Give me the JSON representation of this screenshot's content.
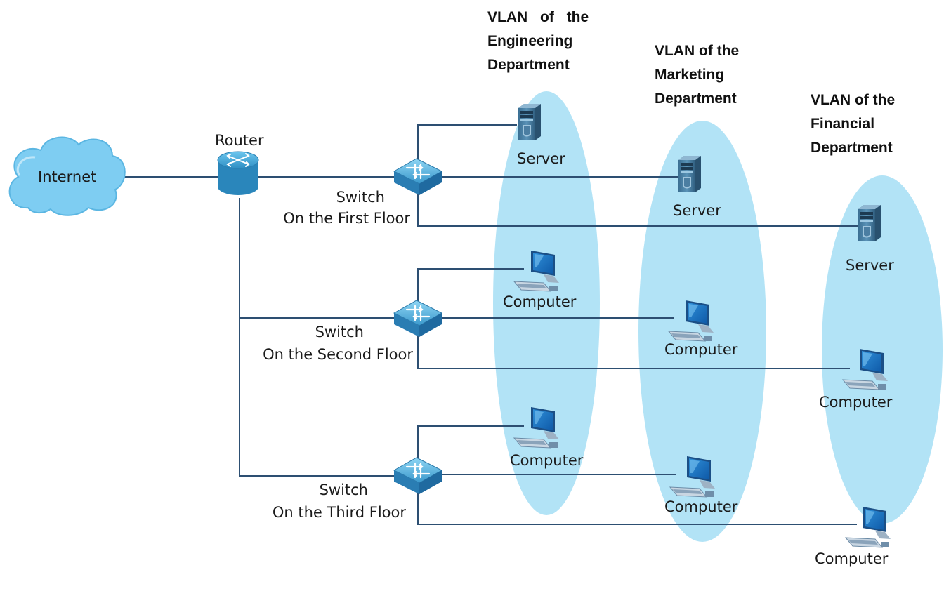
{
  "colors": {
    "vlan_fill": "#b2e3f6",
    "link": "#2d4f72",
    "cloud": "#7ecdf2",
    "device_blue": "#4aa6d8"
  },
  "nodes": {
    "internet": "Internet",
    "router": "Router",
    "switch1": [
      "Switch",
      "On the First Floor"
    ],
    "switch2": [
      "Switch",
      "On the Second Floor"
    ],
    "switch3": [
      "Switch",
      "On the Third Floor"
    ]
  },
  "vlans": [
    {
      "lines": [
        "VLAN of the",
        "Engineering",
        "Department"
      ]
    },
    {
      "lines": [
        "VLAN of the",
        "Marketing",
        "Department"
      ]
    },
    {
      "lines": [
        "VLAN of the",
        "Financial",
        "Department"
      ]
    }
  ],
  "devices": {
    "eng_server": "Server",
    "mkt_server": "Server",
    "fin_server": "Server",
    "eng_computer_2": "Computer",
    "mkt_computer_2": "Computer",
    "fin_computer_2": "Computer",
    "eng_computer_3": "Computer",
    "mkt_computer_3": "Computer",
    "fin_computer_3": "Computer"
  },
  "icons": {
    "cloud": "cloud-icon",
    "router": "router-icon",
    "switch": "switch-icon",
    "server": "server-icon",
    "computer": "computer-icon"
  }
}
